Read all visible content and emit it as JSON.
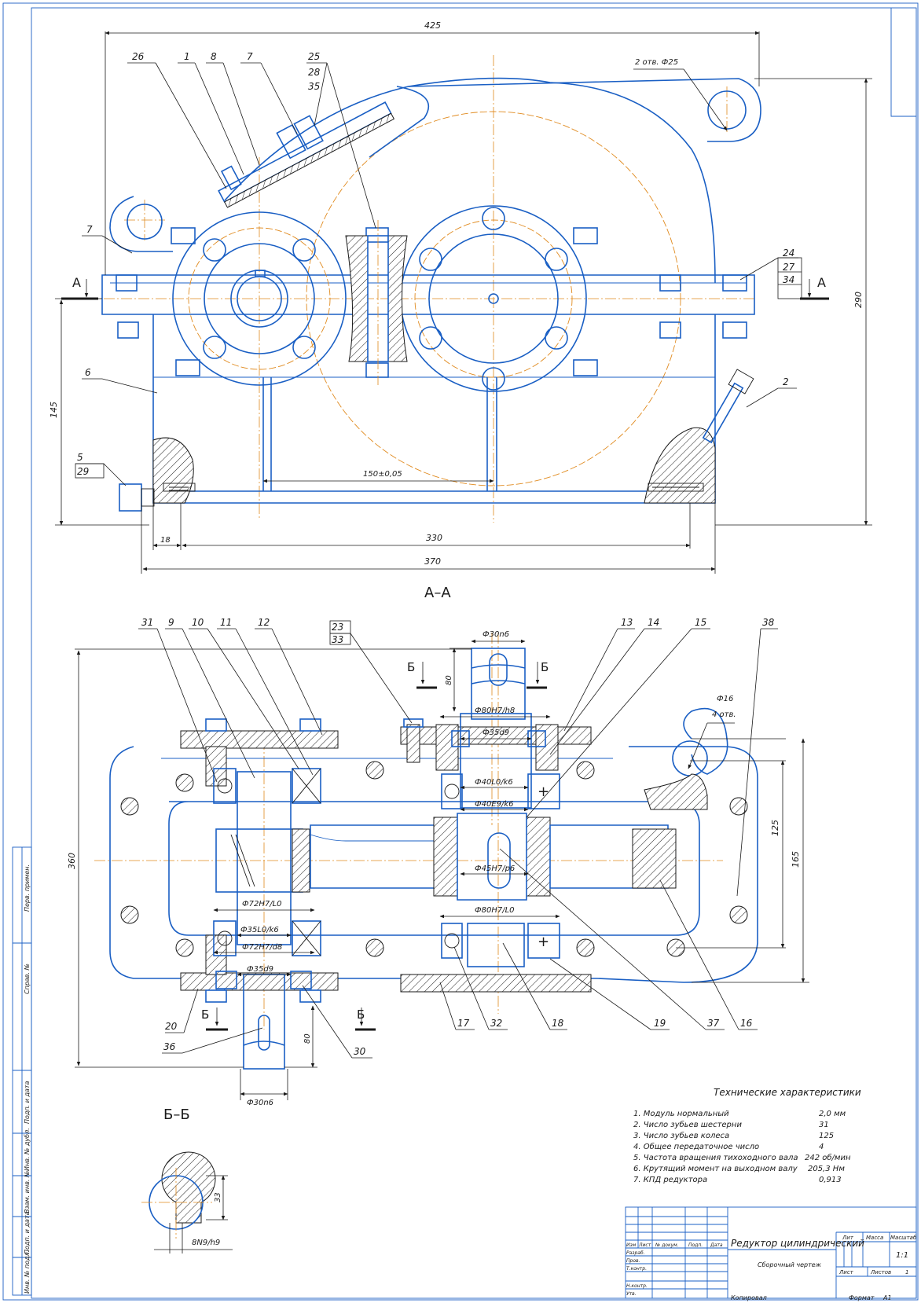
{
  "drawing": {
    "title": "Редуктор цилиндрический",
    "subtitle": "Сборочный чертеж",
    "scale": "1:1",
    "sheet_word": "Лист",
    "sheets_word": "Листов",
    "sheets_count": "1",
    "copied_label": "Копировал",
    "format_label": "Формат",
    "format_value": "А1"
  },
  "title_block": {
    "col_lit": "Лит",
    "col_mass": "Масса",
    "col_scale": "Масштаб",
    "row_labels": [
      "Изм",
      "Лист",
      "№ докум.",
      "Подп.",
      "Дата"
    ],
    "roles": [
      "Разраб.",
      "Пров.",
      "Т.контр.",
      "Н.контр.",
      "Утв."
    ]
  },
  "side_stamp": {
    "labels": [
      "Перв. примен.",
      "Справ. №",
      "Подп. и дата",
      "Инв. № дубл.",
      "Взам. инв. №",
      "Подп. и дата",
      "Инв. № подл."
    ]
  },
  "views": {
    "section_aa": "А–А",
    "section_bb": "Б–Б",
    "cut_a": "А",
    "cut_b": "Б"
  },
  "top_view": {
    "dims": {
      "overall_width": "425",
      "height": "290",
      "axis_height": "145",
      "center_distance": "150±0,05",
      "d18": "18",
      "d330": "330",
      "d370": "370",
      "holes": "2 отв. Ф25"
    },
    "callouts": [
      "26",
      "1",
      "8",
      "7",
      "25",
      "28",
      "35",
      "7",
      "24",
      "27",
      "34",
      "6",
      "2",
      "5",
      "29"
    ]
  },
  "section_view": {
    "dims": {
      "shaft_in": "Ф30n6",
      "len_top": "80",
      "f80h7h8": "Ф80H7/h8",
      "f35d9_top": "Ф35d9",
      "f40l0k6": "Ф40L0/k6",
      "f40e9k6": "Ф40E9/k6",
      "f45h7p6": "Ф45H7/p6",
      "f80h7l0": "Ф80H7/L0",
      "f72h7l0": "Ф72H7/L0",
      "f35l0k6": "Ф35L0/k6",
      "f72h7d8": "Ф72H7/d8",
      "f35d9_bot": "Ф35d9",
      "shaft_out": "Ф30n6",
      "len_bot": "80",
      "f16": "Ф16",
      "holes4": "4 отв.",
      "w360": "360",
      "w125": "125",
      "w165": "165"
    },
    "callouts_top": [
      "31",
      "9",
      "10",
      "11",
      "12",
      "23",
      "33",
      "13",
      "14",
      "15",
      "38"
    ],
    "callouts_bottom": [
      "20",
      "36",
      "30",
      "17",
      "32",
      "18",
      "19",
      "37",
      "16"
    ]
  },
  "section_bb_view": {
    "dims": {
      "d33": "33",
      "key": "8N9/h9"
    }
  },
  "tech_specs": {
    "title": "Технические характеристики",
    "items": [
      {
        "label": "1. Модуль нормальный",
        "value": "2,0 мм"
      },
      {
        "label": "2. Число зубьев шестерни",
        "value": "31"
      },
      {
        "label": "3. Число зубьев колеса",
        "value": "125"
      },
      {
        "label": "4. Общее передаточное число",
        "value": "4"
      },
      {
        "label": "5. Частота вращения тихоходного вала",
        "value": "242 об/мин"
      },
      {
        "label": "6. Крутящий момент на выходном валу",
        "value": "205,3 Нм"
      },
      {
        "label": "7. КПД редуктора",
        "value": "0,913"
      }
    ]
  }
}
